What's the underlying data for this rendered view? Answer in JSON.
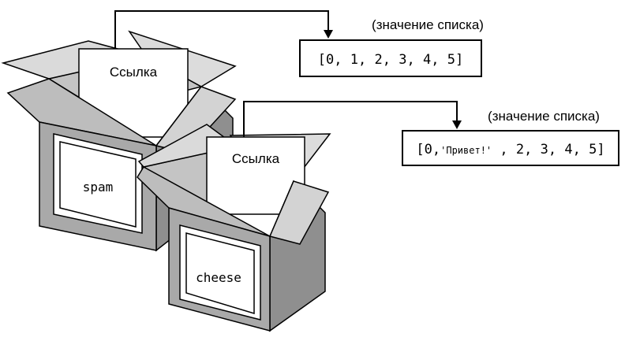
{
  "box1": {
    "label": "spam",
    "reference_card": "Ссылка"
  },
  "box2": {
    "label": "cheese",
    "reference_card": "Ссылка"
  },
  "list1": {
    "caption": "(значение списка)",
    "items": [
      "[0,",
      "1,",
      "2,",
      "3,",
      "4,",
      "5]"
    ]
  },
  "list2": {
    "caption": "(значение списка)",
    "items": [
      "[0,",
      "'Привет!'",
      ",",
      "2,",
      "3,",
      "4,",
      "5]"
    ]
  },
  "colors": {
    "box_front": "#a9a9a9",
    "box_side": "#8f8f8f",
    "box_flap_light": "#d3d3d3",
    "box_inside": "#c4c4c4",
    "stroke": "#000000",
    "paper": "#ffffff"
  }
}
